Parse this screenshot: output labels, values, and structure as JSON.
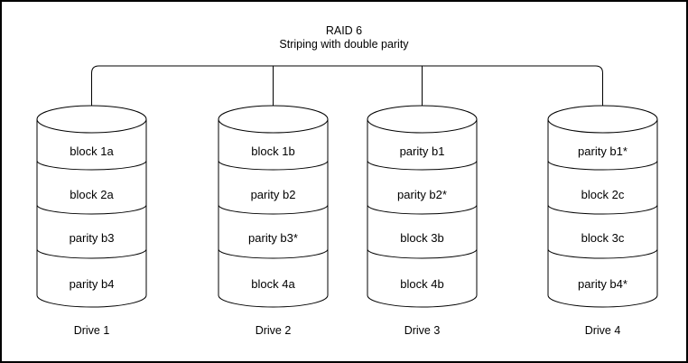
{
  "title": "RAID 6",
  "subtitle": "Striping with double parity",
  "drives": [
    {
      "label": "Drive 1",
      "blocks": [
        "block 1a",
        "block 2a",
        "parity b3",
        "parity b4"
      ]
    },
    {
      "label": "Drive 2",
      "blocks": [
        "block 1b",
        "parity b2",
        "parity b3*",
        "block 4a"
      ]
    },
    {
      "label": "Drive 3",
      "blocks": [
        "parity b1",
        "parity b2*",
        "block 3b",
        "block 4b"
      ]
    },
    {
      "label": "Drive 4",
      "blocks": [
        "parity b1*",
        "block 2c",
        "block 3c",
        "parity b4*"
      ]
    }
  ],
  "colors": {
    "stroke": "#000000",
    "background": "#ffffff"
  }
}
